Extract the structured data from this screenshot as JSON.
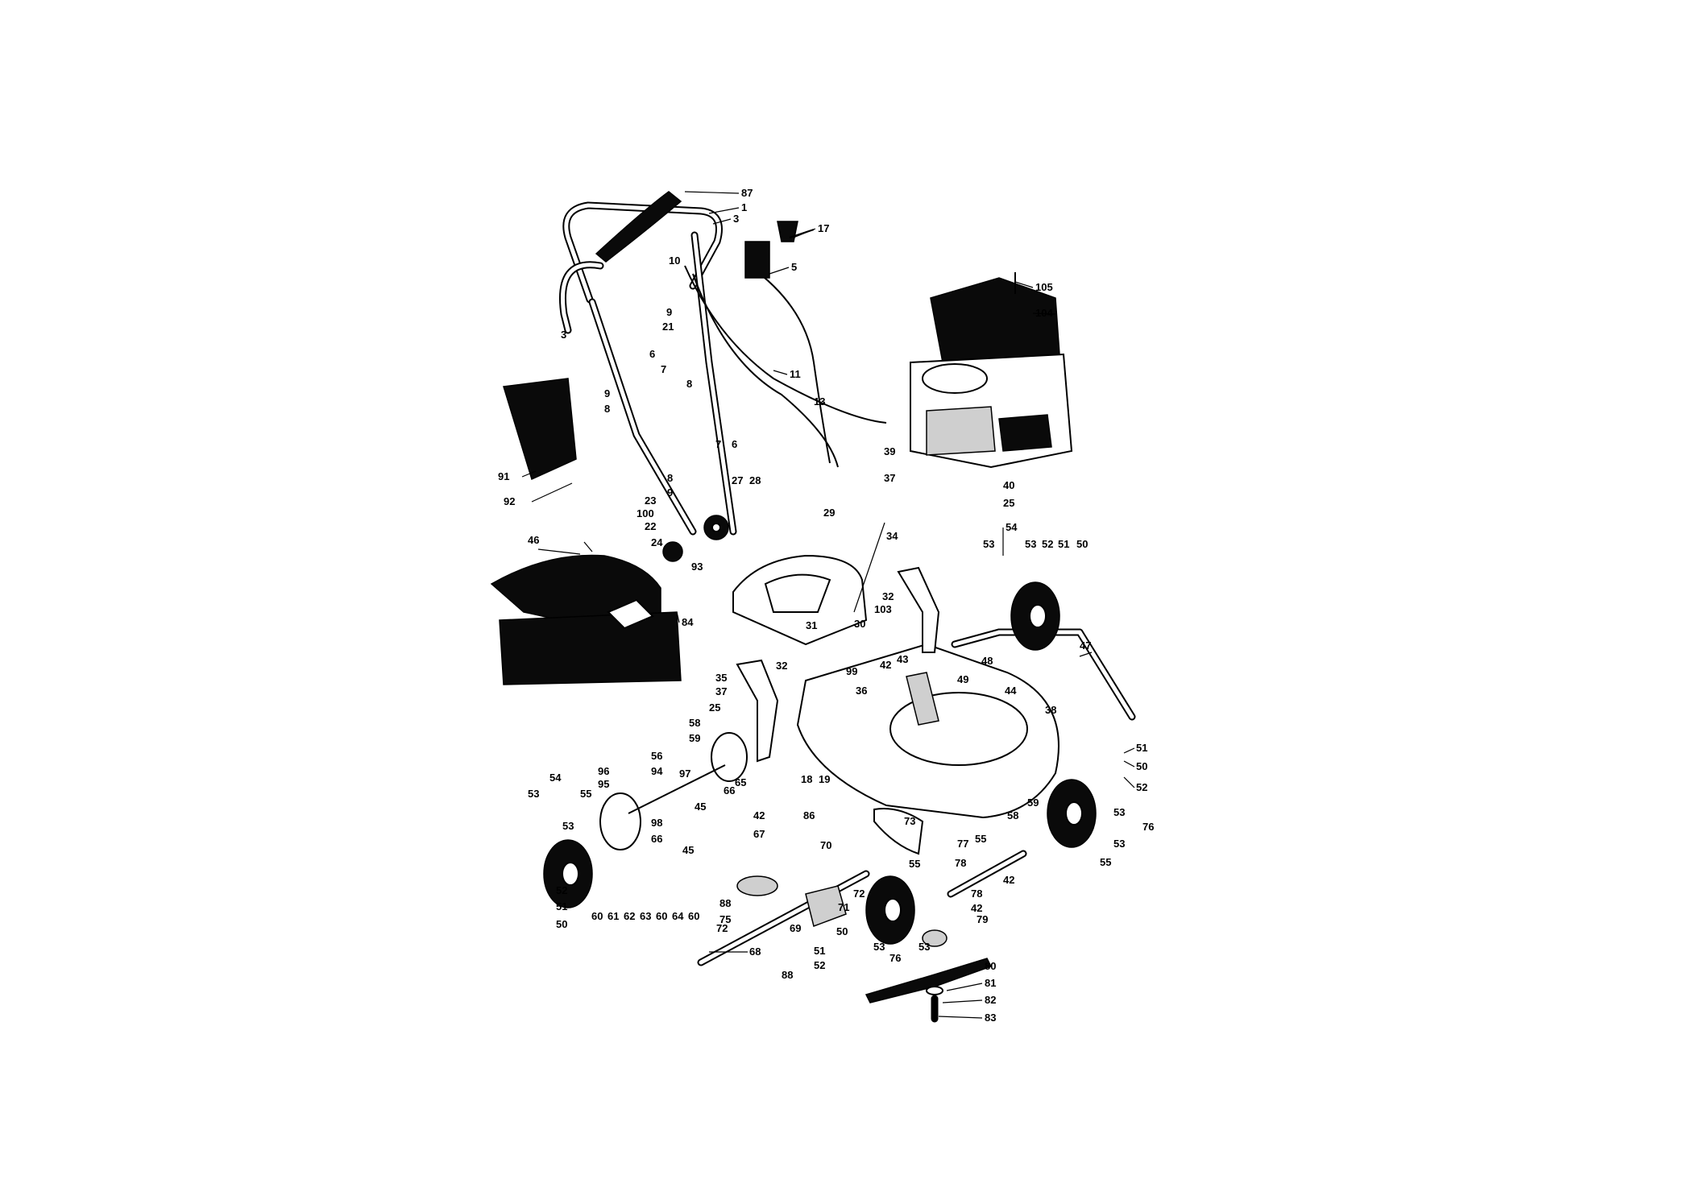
{
  "part_labels": [
    "87",
    "1",
    "3",
    "17",
    "10",
    "5",
    "3",
    "9",
    "21",
    "105",
    "104",
    "6",
    "7",
    "9",
    "8",
    "8",
    "11",
    "13",
    "91",
    "92",
    "7",
    "6",
    "8",
    "9",
    "27",
    "28",
    "23",
    "100",
    "22",
    "24",
    "93",
    "39",
    "37",
    "40",
    "25",
    "46",
    "29",
    "34",
    "54",
    "53",
    "53",
    "52",
    "51",
    "50",
    "84",
    "32",
    "103",
    "30",
    "31",
    "32",
    "48",
    "47",
    "35",
    "37",
    "25",
    "42",
    "43",
    "99",
    "36",
    "49",
    "44",
    "38",
    "58",
    "59",
    "56",
    "96",
    "94",
    "95",
    "97",
    "65",
    "54",
    "53",
    "55",
    "53",
    "66",
    "45",
    "98",
    "66",
    "45",
    "18",
    "19",
    "42",
    "86",
    "67",
    "73",
    "70",
    "51",
    "50",
    "52",
    "53",
    "76",
    "53",
    "59",
    "58",
    "55",
    "55",
    "77",
    "78",
    "42",
    "55",
    "78",
    "42",
    "88",
    "75",
    "71",
    "72",
    "52",
    "51",
    "50",
    "60",
    "61",
    "62",
    "63",
    "60",
    "64",
    "60",
    "69",
    "72",
    "50",
    "51",
    "52",
    "53",
    "76",
    "53",
    "79",
    "80",
    "68",
    "88",
    "81",
    "82",
    "83"
  ]
}
